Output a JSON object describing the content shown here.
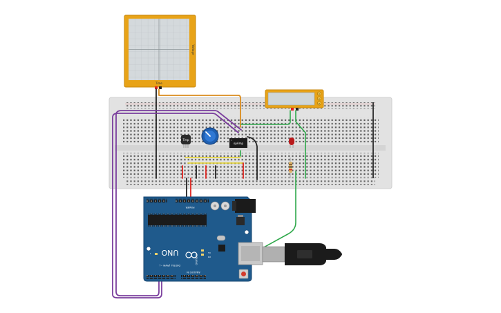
{
  "oscilloscope": {
    "label": "Voltage",
    "sublabel": "Time"
  },
  "multimeter": {
    "mode_v": "V",
    "mode_a": "A",
    "mode_r": "Ω"
  },
  "breadboard": {},
  "sensor": {
    "label": "Tmp"
  },
  "opamp": {
    "label": "opAmp"
  },
  "arduino": {
    "logo": "UNO",
    "brand": "ARDUINO",
    "digital_label": "DIGITAL (PWM ~)",
    "power_label": "POWER",
    "analog_label": "ANALOG IN",
    "tx_label": "TX",
    "rx_label": "RX",
    "l_label": "L"
  },
  "colors": {
    "wire_orange": "#d98b1c",
    "wire_purple": "#7a3e9d",
    "wire_green": "#2ea84a",
    "wire_red": "#e0241f",
    "wire_black": "#222222",
    "wire_yellow": "#e8d52a",
    "board_blue": "#1f5a8c",
    "breadboard": "#e4e4e4",
    "frame_gold": "#e8a317"
  }
}
